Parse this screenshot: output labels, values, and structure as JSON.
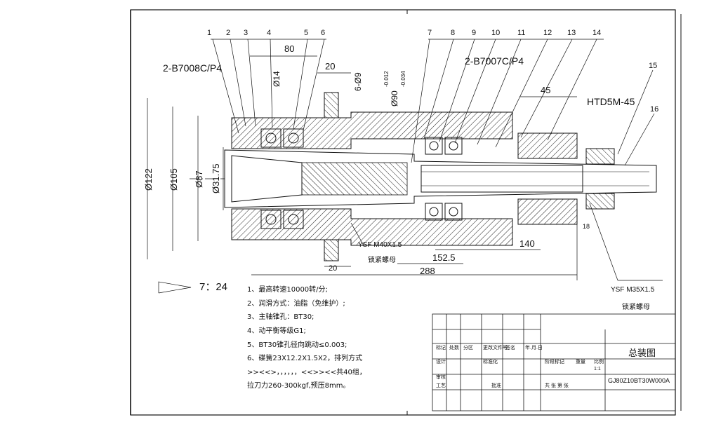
{
  "drawing": {
    "part_numbers": [
      "1",
      "2",
      "3",
      "4",
      "5",
      "6",
      "7",
      "8",
      "9",
      "10",
      "11",
      "12",
      "13",
      "14",
      "15",
      "16"
    ],
    "bearing_front": "2-B7008C/P4",
    "bearing_rear": "2-B7007C/P4",
    "belt": "HTD5M-45",
    "dims": {
      "d80": "80",
      "d20_top": "20",
      "d14": "Ø14",
      "d6_09": "6-Ø9",
      "d90": "Ø90",
      "d90_tol_upper": "-0.012",
      "d90_tol_lower": "-0.034",
      "d45": "45",
      "d122": "Ø122",
      "d105": "Ø105",
      "d87": "Ø87",
      "d31": "Ø31.75",
      "d140": "140",
      "d152": "152.5",
      "d288": "288",
      "d20_bot": "20",
      "d18": "18",
      "taper": "7：24"
    },
    "thread_front": "YSF M40X1.5",
    "thread_front_cn": "锁紧螺母",
    "thread_rear": "YSF M35X1.5",
    "thread_rear_cn": "锁紧螺母"
  },
  "notes": [
    "1、最高转速10000转/分;",
    "2、润滑方式：油脂（免维护）;",
    "3、主轴锥孔：BT30;",
    "4、动平衡等级G1;",
    "5、BT30锥孔径向跳动≤0.003;",
    "6、碟簧23X12.2X1.5X2，排列方式",
    ">><<>，，，，，，<<>><<共40组，",
    "拉刀力260-300kgf,预压8mm。"
  ],
  "title_block": {
    "title": "总装图",
    "drawing_no": "GJ80Z10BT30W000A",
    "row1": [
      "标记",
      "处数",
      "分区",
      "更改文件号",
      "签名",
      "年.月.日"
    ],
    "row2": [
      "设计",
      "",
      "标准化",
      "",
      "阶段标记",
      "重量",
      "比例"
    ],
    "row3": [
      "审核"
    ],
    "row4": [
      "工艺",
      "",
      "批准",
      "",
      "共  张  第  张"
    ],
    "scale": "1:1"
  }
}
